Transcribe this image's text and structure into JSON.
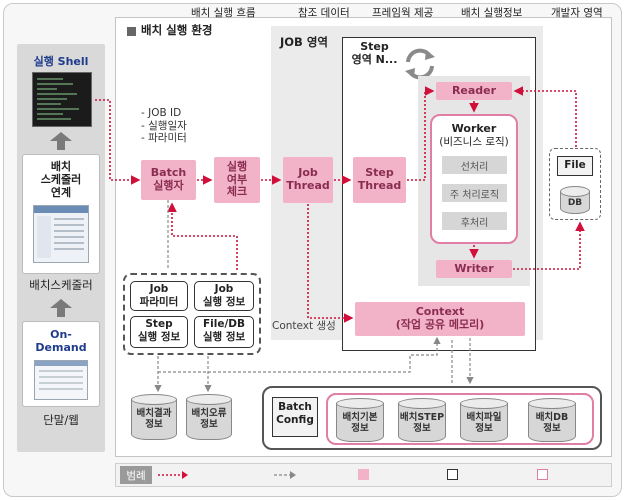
{
  "env_title": "배치 실행 환경",
  "job_area_title": "JOB 영역",
  "step_area_title": "Step\n영역 N...",
  "left": {
    "shell_label": "실행 Shell",
    "scheduler_link": "배치\n스케줄러\n연계",
    "scheduler": "배치스케줄러",
    "on_demand": "On-\nDemand",
    "terminal_web": "단말/웹"
  },
  "params_list": "- JOB ID\n- 실행일자\n- 파라미터",
  "nodes": {
    "batch_runner": "Batch\n실행자",
    "run_check": "실행\n여부\n체크",
    "job_thread": "Job\nThread",
    "step_thread": "Step\nThread",
    "reader": "Reader",
    "worker_title": "Worker",
    "worker_sub": "(비즈니스 로직)",
    "pre": "선처리",
    "main": "주 처리로직",
    "post": "후처리",
    "writer": "Writer",
    "context": "Context\n(작업 공유 메모리)",
    "context_create": "Context 생성"
  },
  "info_boxes": {
    "job_params": "Job\n파라미터",
    "job_exec": "Job\n실행 정보",
    "step_exec": "Step\n실행 정보",
    "file_db_exec": "File/DB\n실행 정보"
  },
  "file_panel": {
    "file": "File",
    "db": "DB"
  },
  "databases_left": [
    "배치결과\n정보",
    "배치오류\n정보"
  ],
  "batch_config": "Batch\nConfig",
  "databases_right": [
    "배치기본\n정보",
    "배치STEP\n정보",
    "배치파일\n정보",
    "배치DB\n정보"
  ],
  "legend": {
    "title": "범례",
    "exec_flow": "배치 실행 흐름",
    "ref_data": "참조 데이터",
    "framework": "프레임웍 제공",
    "exec_info": "배치 실행정보",
    "dev_area": "개발자 영역"
  },
  "colors": {
    "pink_fill": "#f2b2c7",
    "pink_border": "#d9668f",
    "flow_arrow": "#d0103a",
    "ref_arrow": "#888888"
  }
}
